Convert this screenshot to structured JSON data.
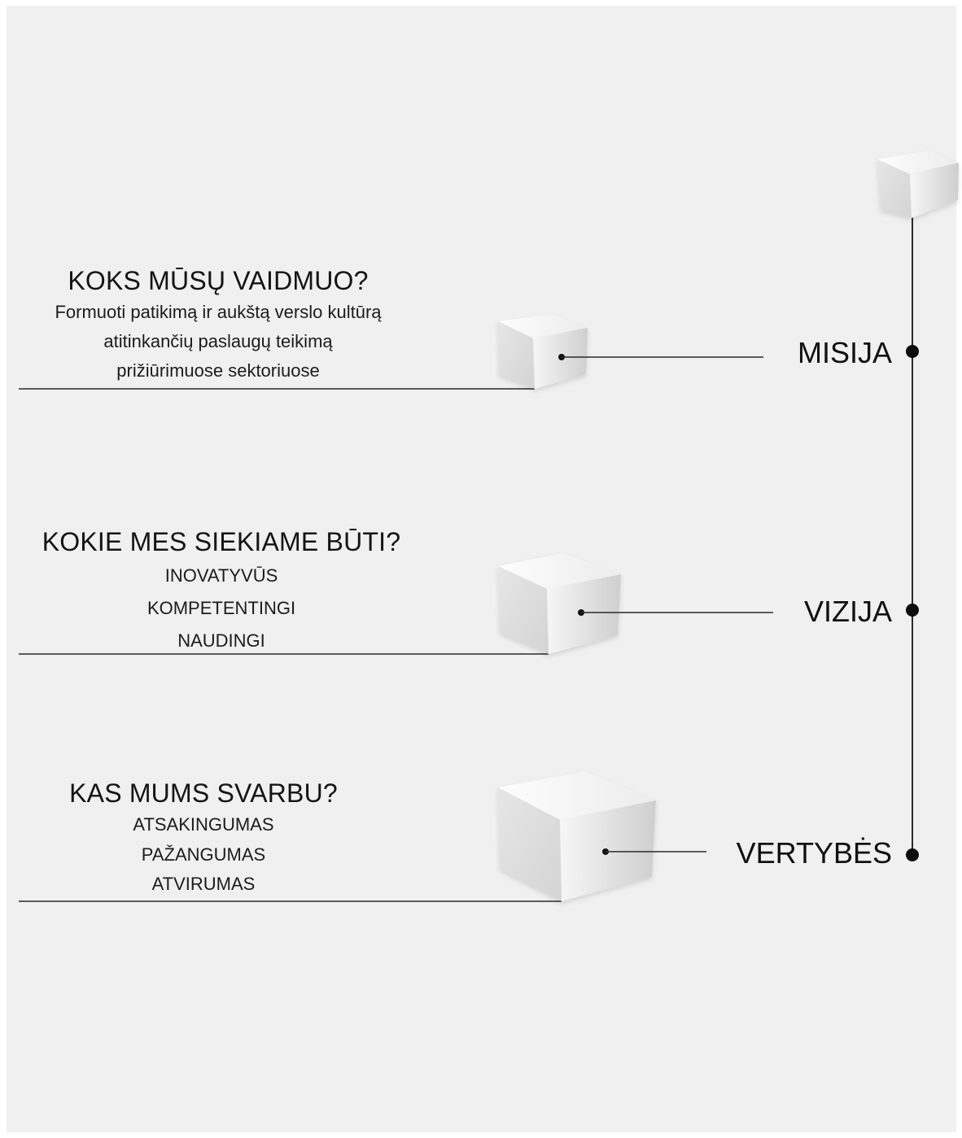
{
  "sections": [
    {
      "marker": "MISIJA",
      "question": "KOKS MŪSŲ VAIDMUO?",
      "lines": [
        "Formuoti patikimą ir aukštą verslo kultūrą",
        "atitinkančių paslaugų teikimą",
        "prižiūrimuose sektoriuose"
      ]
    },
    {
      "marker": "VIZIJA",
      "question": "KOKIE MES SIEKIAME BŪTI?",
      "lines": [
        "INOVATYVŪS",
        "KOMPETENTINGI",
        "NAUDINGI"
      ]
    },
    {
      "marker": "VERTYBĖS",
      "question": "KAS MUMS SVARBU?",
      "lines": [
        "ATSAKINGUMAS",
        "PAŽANGUMAS",
        "ATVIRUMAS"
      ]
    }
  ],
  "colors": {
    "background": "#f0f0f0",
    "line": "#2a2a2a",
    "cube_top": "#f8f8f8",
    "cube_left": "#e2e2e2",
    "cube_right": "#bdbdbd"
  }
}
